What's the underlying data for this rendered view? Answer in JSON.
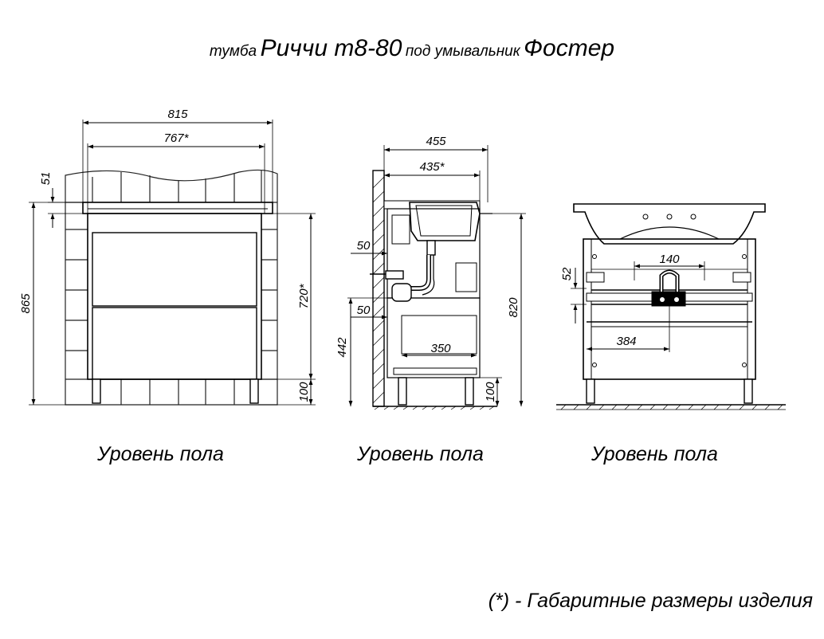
{
  "title": {
    "prefix": "тумба",
    "model": "Риччи т8-80",
    "middle": "под умывальник",
    "sink": "Фостер"
  },
  "front_view": {
    "dims": {
      "overall_width": "815",
      "inner_width": "767*",
      "top_height": "51",
      "total_height": "865",
      "body_height": "720*",
      "leg_height": "100"
    }
  },
  "side_view": {
    "dims": {
      "overall_depth": "455",
      "inner_depth": "435*",
      "upper_offset": "50",
      "lower_offset": "50",
      "floor_to_drain": "442",
      "shelf_depth": "350",
      "total_height": "820",
      "leg_height": "100"
    }
  },
  "back_view": {
    "dims": {
      "hole_spacing": "140",
      "rail_height": "52",
      "offset_384": "384"
    }
  },
  "labels": {
    "floor_level": "Уровень пола",
    "footnote": "(*) - Габаритные размеры изделия"
  }
}
